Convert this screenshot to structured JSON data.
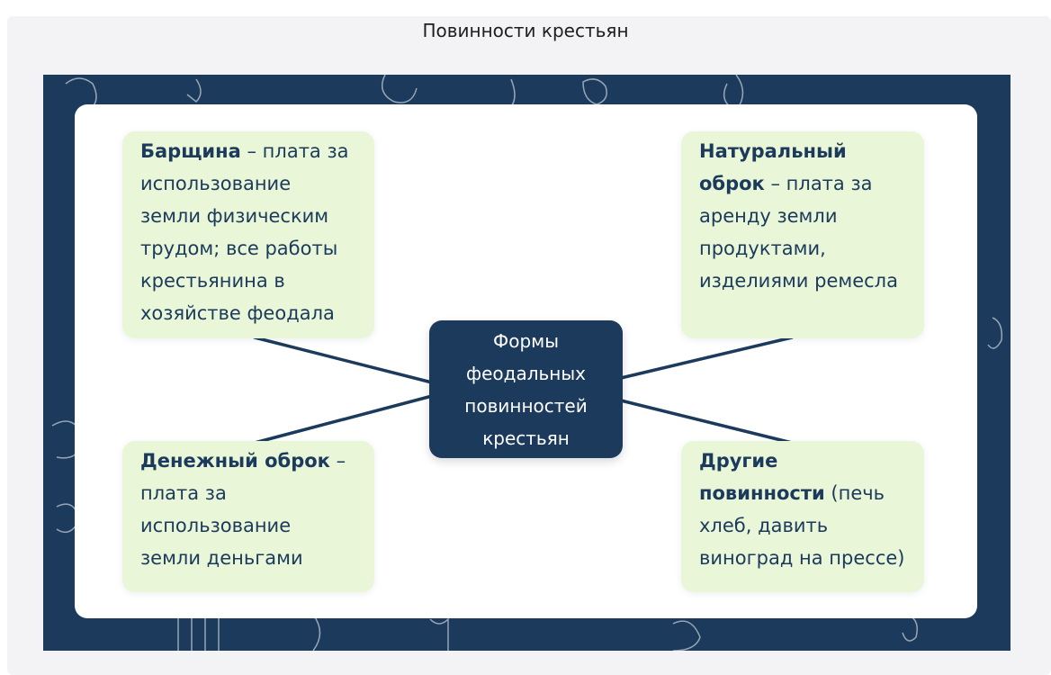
{
  "page": {
    "title": "Повинности крестьян"
  },
  "theme": {
    "navy": "#1b3a5c",
    "box_fill": "#e9f7d8",
    "card": "#ffffff",
    "panel": "#f3f3f6"
  },
  "diagram": {
    "center": "Формы феодальных повинностей крестьян",
    "boxes": {
      "barshchina": {
        "term": "Барщина",
        "text": " – плата за использование земли физическим трудом; все работы крестьянина в хозяйстве феодала"
      },
      "natural": {
        "term": "Натуральный оброк",
        "text": " – плата за аренду земли продуктами, изделиями ремесла"
      },
      "money": {
        "term": "Денежный оброк",
        "text": " – плата за использование земли деньгами"
      },
      "other": {
        "term": "Другие повинности",
        "text": " (печь хлеб, давить виноград на прессе)"
      }
    }
  }
}
